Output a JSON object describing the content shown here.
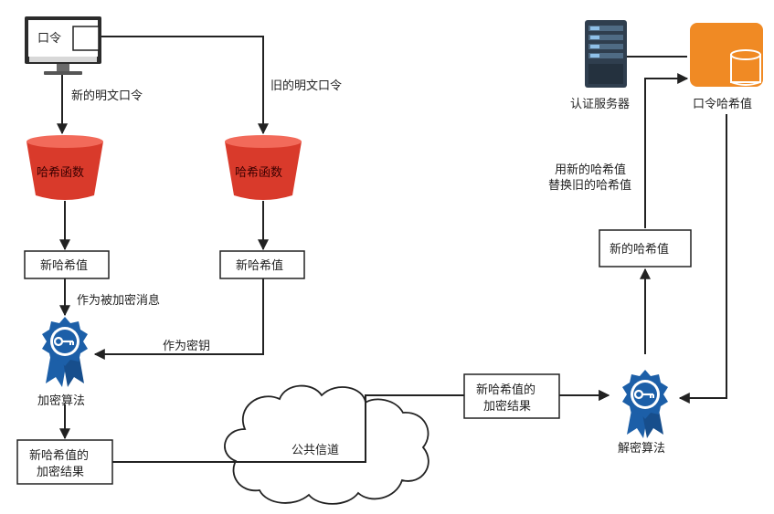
{
  "monitor": {
    "label": "口令"
  },
  "edges": {
    "new_plain": "新的明文口令",
    "old_plain": "旧的明文口令",
    "as_message": "作为被加密消息",
    "as_key": "作为密钥",
    "public_channel": "公共信道",
    "replace": [
      "用新的哈希值",
      "替换旧的哈希值"
    ]
  },
  "hash_funcs": {
    "left": "哈希函数",
    "right": "哈希函数"
  },
  "boxes": {
    "new_hash_left": "新哈希值",
    "new_hash_right": "新哈希值",
    "enc_result_left": [
      "新哈希值的",
      "加密结果"
    ],
    "enc_result_mid": [
      "新哈希值的",
      "加密结果"
    ],
    "new_hash_server": "新的哈希值"
  },
  "algorithms": {
    "encrypt": "加密算法",
    "decrypt": "解密算法"
  },
  "server": {
    "label": "认证服务器"
  },
  "db": {
    "label": "口令哈希值"
  },
  "colors": {
    "bucket_red": "#d93a2b",
    "bucket_top": "#f26a5a",
    "badge_blue": "#1c5fa8",
    "db_orange": "#f08a24",
    "server_dark": "#2f3e4e"
  }
}
